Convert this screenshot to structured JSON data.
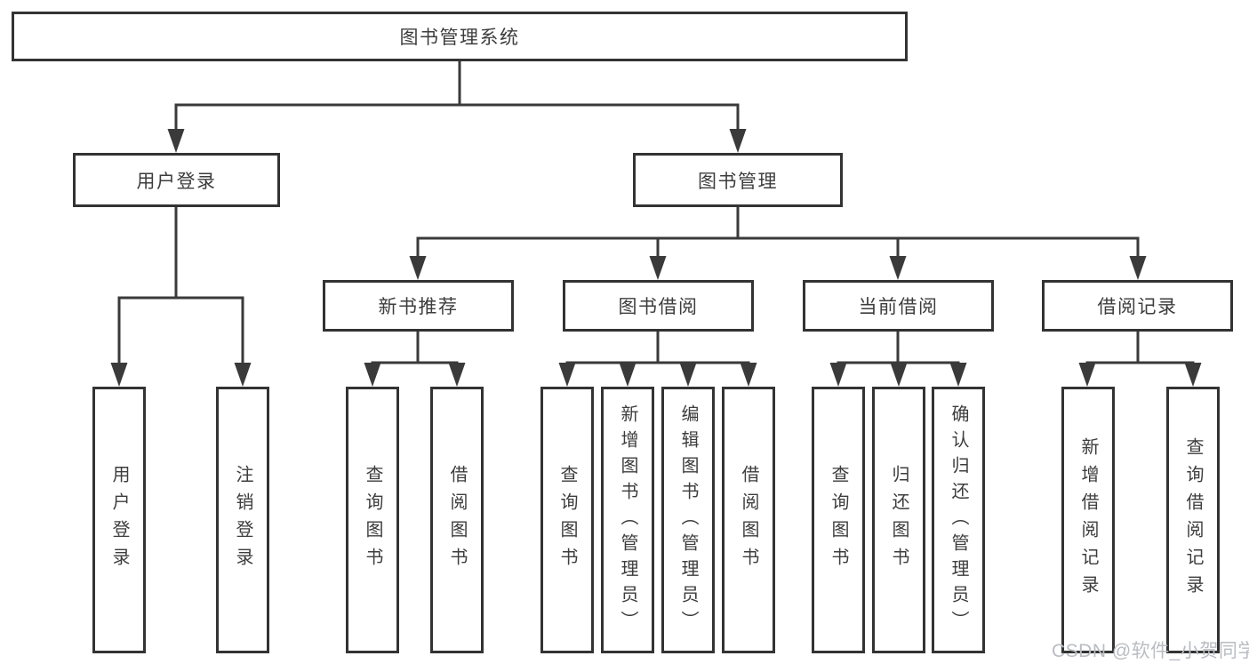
{
  "nodes": {
    "root": "图书管理系统",
    "user_login": "用户登录",
    "book_mgmt": "图书管理",
    "new_book_rec": "新书推荐",
    "book_borrow": "图书借阅",
    "current_borrow": "当前借阅",
    "borrow_record": "借阅记录",
    "leaf_user_login": "用户登录",
    "leaf_logout": "注销登录",
    "rec_query_book": "查询图书",
    "rec_borrow_book": "借阅图书",
    "bb_query_book": "查询图书",
    "bb_add_book": "新增图书（管理员）",
    "bb_edit_book": "编辑图书（管理员）",
    "bb_borrow_book": "借阅图书",
    "cb_query_book": "查询图书",
    "cb_return_book": "归还图书",
    "cb_confirm_return": "确认归还（管理员）",
    "br_add_record": "新增借阅记录",
    "br_query_record": "查询借阅记录"
  },
  "hierarchy": {
    "图书管理系统": {
      "用户登录": [
        "用户登录",
        "注销登录"
      ],
      "图书管理": {
        "新书推荐": [
          "查询图书",
          "借阅图书"
        ],
        "图书借阅": [
          "查询图书",
          "新增图书（管理员）",
          "编辑图书（管理员）",
          "借阅图书"
        ],
        "当前借阅": [
          "查询图书",
          "归还图书",
          "确认归还（管理员）"
        ],
        "借阅记录": [
          "新增借阅记录",
          "查询借阅记录"
        ]
      }
    }
  },
  "watermark": "CSDN @软件_小贺同学",
  "colors": {
    "line": "#3a3a3a",
    "border": "#333333",
    "text": "#3d3d3d",
    "watermark": "#b9bdc3",
    "background": "#ffffff"
  }
}
